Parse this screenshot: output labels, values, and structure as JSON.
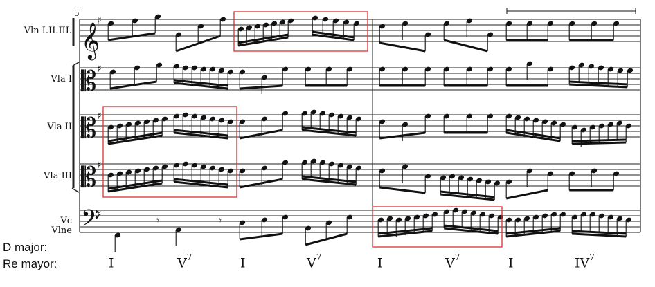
{
  "measure_number": "5",
  "instruments": [
    {
      "id": "vln",
      "label": "Vln I.II.III.",
      "clef": "treble"
    },
    {
      "id": "vla1",
      "label": "Vla I",
      "clef": "alto"
    },
    {
      "id": "vla2",
      "label": "Vla II",
      "clef": "alto"
    },
    {
      "id": "vla3",
      "label": "Vla III",
      "clef": "alto"
    },
    {
      "id": "vc",
      "label": "Vc\nVlne",
      "clef": "bass"
    }
  ],
  "harmony_labels": [
    "D major:",
    "Re mayor:"
  ],
  "chords": [
    {
      "numeral": "I",
      "sup": ""
    },
    {
      "numeral": "V",
      "sup": "7"
    },
    {
      "numeral": "I",
      "sup": ""
    },
    {
      "numeral": "V",
      "sup": "7"
    },
    {
      "numeral": "I",
      "sup": ""
    },
    {
      "numeral": "V",
      "sup": "7"
    },
    {
      "numeral": "I",
      "sup": ""
    },
    {
      "numeral": "IV",
      "sup": "7"
    }
  ],
  "highlight_color": "#e03030"
}
